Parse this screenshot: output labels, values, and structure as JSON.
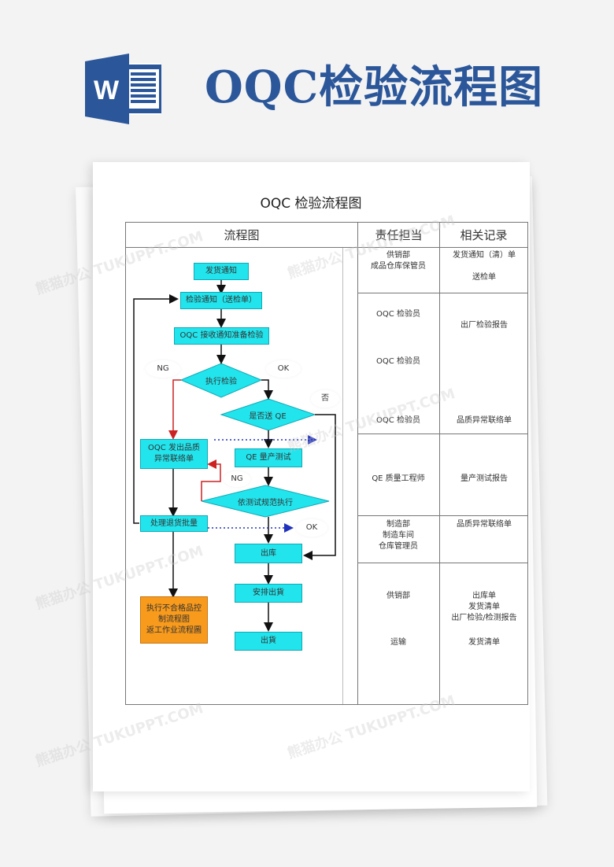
{
  "hero": {
    "title": "OQC检验流程图",
    "icon": "word-document-icon",
    "icon_letter": "W",
    "brand_color": "#2b579a"
  },
  "document": {
    "title": "OQC 检验流程图",
    "table": {
      "headers": [
        "流程图",
        "责任担当",
        "相关记录"
      ],
      "rows": [
        {
          "responsible": [
            "供销部",
            "成品仓库保管员"
          ],
          "records": [
            "发货通知（清）单",
            "送检单"
          ]
        },
        {
          "responsible": [
            "OQC 检验员",
            "OQC 检验员",
            "OQC 检验员"
          ],
          "records": [
            "出厂检验报告",
            "品质异常联络单"
          ]
        },
        {
          "responsible": [
            "QE 质量工程师"
          ],
          "records": [
            "量产测试报告"
          ]
        },
        {
          "responsible": [
            "制造部",
            "制造车间",
            "仓库管理员"
          ],
          "records": [
            "品质异常联络单"
          ]
        },
        {
          "responsible": [
            "供销部",
            "运输"
          ],
          "records": [
            "出库单",
            "发货清单",
            "出厂检验/检测报告",
            "发货清单"
          ]
        }
      ]
    },
    "flowchart": {
      "steps": {
        "ship_notice": "发货通知",
        "inspect_notice": "检验通知（送检单）",
        "oqc_receive": "OQC 接收通知准备检验",
        "execute_inspection": "执行检验",
        "send_qe": "是否送 QE",
        "oqc_issue_line1": "OQC 发出品质",
        "oqc_issue_line2": "异常联络单",
        "qe_test": "QE 量产测试",
        "follow_spec": "依测试规范执行",
        "handle_return": "处理退货批量",
        "outbound": "出库",
        "arrange_shipping": "安排出貨",
        "shipping": "出貨",
        "nonconform_line1": "执行不合格品控",
        "nonconform_line2": "制流程图",
        "nonconform_line3": "返工作业流程圖"
      },
      "labels": {
        "ng1": "NG",
        "ok1": "OK",
        "no": "否",
        "ng2": "NG",
        "ok2": "OK"
      },
      "colors": {
        "process_box": "#22e4ec",
        "alt_box": "#f89a1c",
        "ng_arrow": "#cc2222",
        "dotted_arrow": "#2233bb"
      }
    }
  },
  "watermark": "熊猫办公 TUKUPPT.COM"
}
